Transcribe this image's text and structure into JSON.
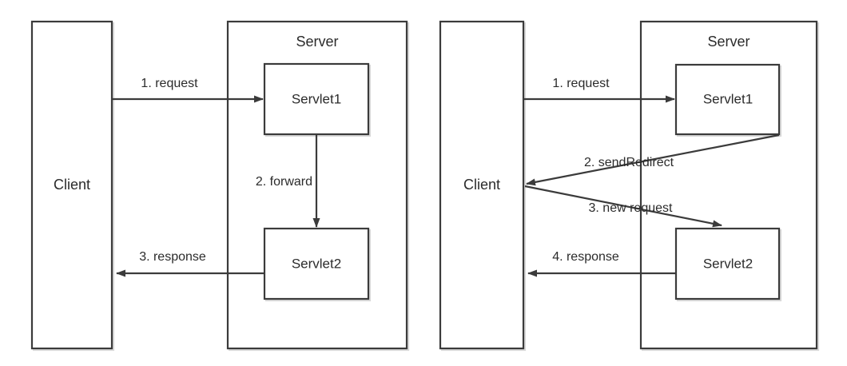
{
  "page": {
    "title": "Servlet forward vs sendRedirect diagram",
    "background_color": "#ffffff",
    "stroke_color": "#3b3b3b",
    "text_color": "#2b2b2b"
  },
  "diagrams": [
    {
      "id": "forward",
      "client": {
        "label": "Client"
      },
      "server": {
        "label": "Server"
      },
      "servlet1": {
        "label": "Servlet1"
      },
      "servlet2": {
        "label": "Servlet2"
      },
      "edges": [
        {
          "id": "e1",
          "label": "1. request"
        },
        {
          "id": "e2",
          "label": "2. forward"
        },
        {
          "id": "e3",
          "label": "3. response"
        }
      ]
    },
    {
      "id": "redirect",
      "client": {
        "label": "Client"
      },
      "server": {
        "label": "Server"
      },
      "servlet1": {
        "label": "Servlet1"
      },
      "servlet2": {
        "label": "Servlet2"
      },
      "edges": [
        {
          "id": "r1",
          "label": "1. request"
        },
        {
          "id": "r2",
          "label": "2. sendRedirect"
        },
        {
          "id": "r3",
          "label": "3. new request"
        },
        {
          "id": "r4",
          "label": "4. response"
        }
      ]
    }
  ]
}
